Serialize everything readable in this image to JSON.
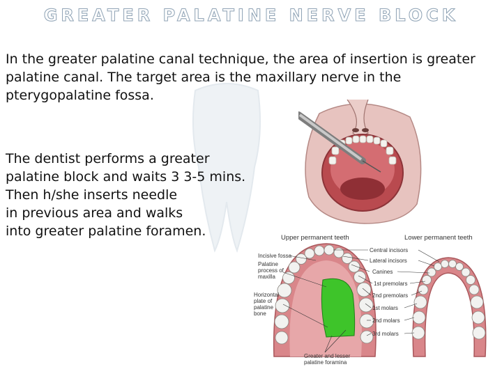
{
  "slide": {
    "title": "GREATER PALATINE NERVE BLOCK",
    "paragraph1": "In the greater palatine canal technique, the area of insertion is greater palatine canal. The target area is the maxillary nerve in the pterygopalatine fossa.",
    "paragraph2_lines": [
      "The dentist performs a greater",
      "palatine block and waits 3 3-5 mins.",
      "Then h/she inserts needle",
      "in previous area and walks",
      "into greater palatine foramen."
    ]
  },
  "diagram": {
    "upper_heading": "Upper permanent teeth",
    "lower_heading": "Lower permanent teeth",
    "left_labels": {
      "incisive_fossa": "Incisive fossa",
      "palatine_process": [
        "Palatine",
        "process of",
        "maxilla"
      ],
      "horizontal_plate": [
        "Horizontal",
        "plate of",
        "palatine",
        "bone"
      ]
    },
    "right_labels": {
      "central_incisors": "Central incisors",
      "lateral_incisors": "Lateral incisors",
      "canines": "Canines",
      "first_premolars": "1st premolars",
      "second_premolars": "2nd premolars",
      "first_molars": "1st molars",
      "second_molars": "2nd molars",
      "third_molars": "3rd molars"
    },
    "bottom_label": [
      "Greater and lesser",
      "palatine foramina"
    ]
  },
  "colors": {
    "title_stroke": "#8fa3b5",
    "gum": "#d9868a",
    "palate_highlight": "#3ec42a",
    "tooth": "#f2f2f0"
  }
}
